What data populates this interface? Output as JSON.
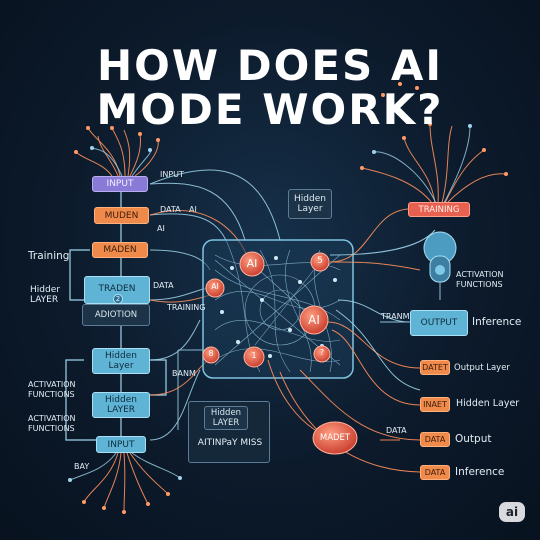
{
  "title": {
    "line1": "HOW DOES AI",
    "line2": "MODE WORK?"
  },
  "left_boxes": {
    "input_top": "INPUT",
    "muden": "MUDEN",
    "maden": "MADEN",
    "traden": "TRADEN",
    "traden_badge": "2",
    "adiotion": "ADIOTION",
    "hidden_layer_1": "Hidden Layer",
    "hidden_layer_2": "Hidden LAYER",
    "input_bottom": "INPUT"
  },
  "left_labels": {
    "input_tag": "INPUT",
    "data_tag": "DATA",
    "ai_tag_1": "AI",
    "ai_tag_2": "AI",
    "training": "Training",
    "hidder_layer": "Hidder LAYER",
    "data_tag_2": "DATA",
    "training_tag": "TRAINING",
    "banm": "BANM",
    "activation_functions_1": "ACTIVATION FUNCTIONS",
    "activation_functions_2": "ACTIVATION FUNCTIONS",
    "bay": "BAY"
  },
  "center": {
    "hidden_layer_top": "Hidden Layer",
    "hidden_layer_bottom": "Hidden LAYER",
    "panel_text": "AITINPaY MISS",
    "nodes": [
      "AI",
      "5",
      "AI",
      "AI",
      "8",
      "1",
      "?"
    ]
  },
  "right": {
    "training_box": "TRAINING",
    "activation_functions": "ACTIVATION FUNCTIONS",
    "tranm": "TRANM",
    "output_box": "OUTPUT",
    "inference_1": "Inference",
    "datet_box": "DATET",
    "output_layer": "Output Layer",
    "inaet_box": "INAET",
    "hidden_layer": "Hidden Layer",
    "data_tag": "DATA",
    "data_box_1": "DATA",
    "output_label": "Output",
    "data_box_2": "DATA",
    "inference_2": "Inference",
    "madet": "MADET"
  },
  "logo": "ai",
  "colors": {
    "orange": "#f08a4b",
    "blue": "#5fb4d6",
    "purple": "#8a7ad8",
    "red": "#e8604f",
    "wire_light": "#9fd4ea",
    "wire_orange": "#ff8f5a"
  }
}
